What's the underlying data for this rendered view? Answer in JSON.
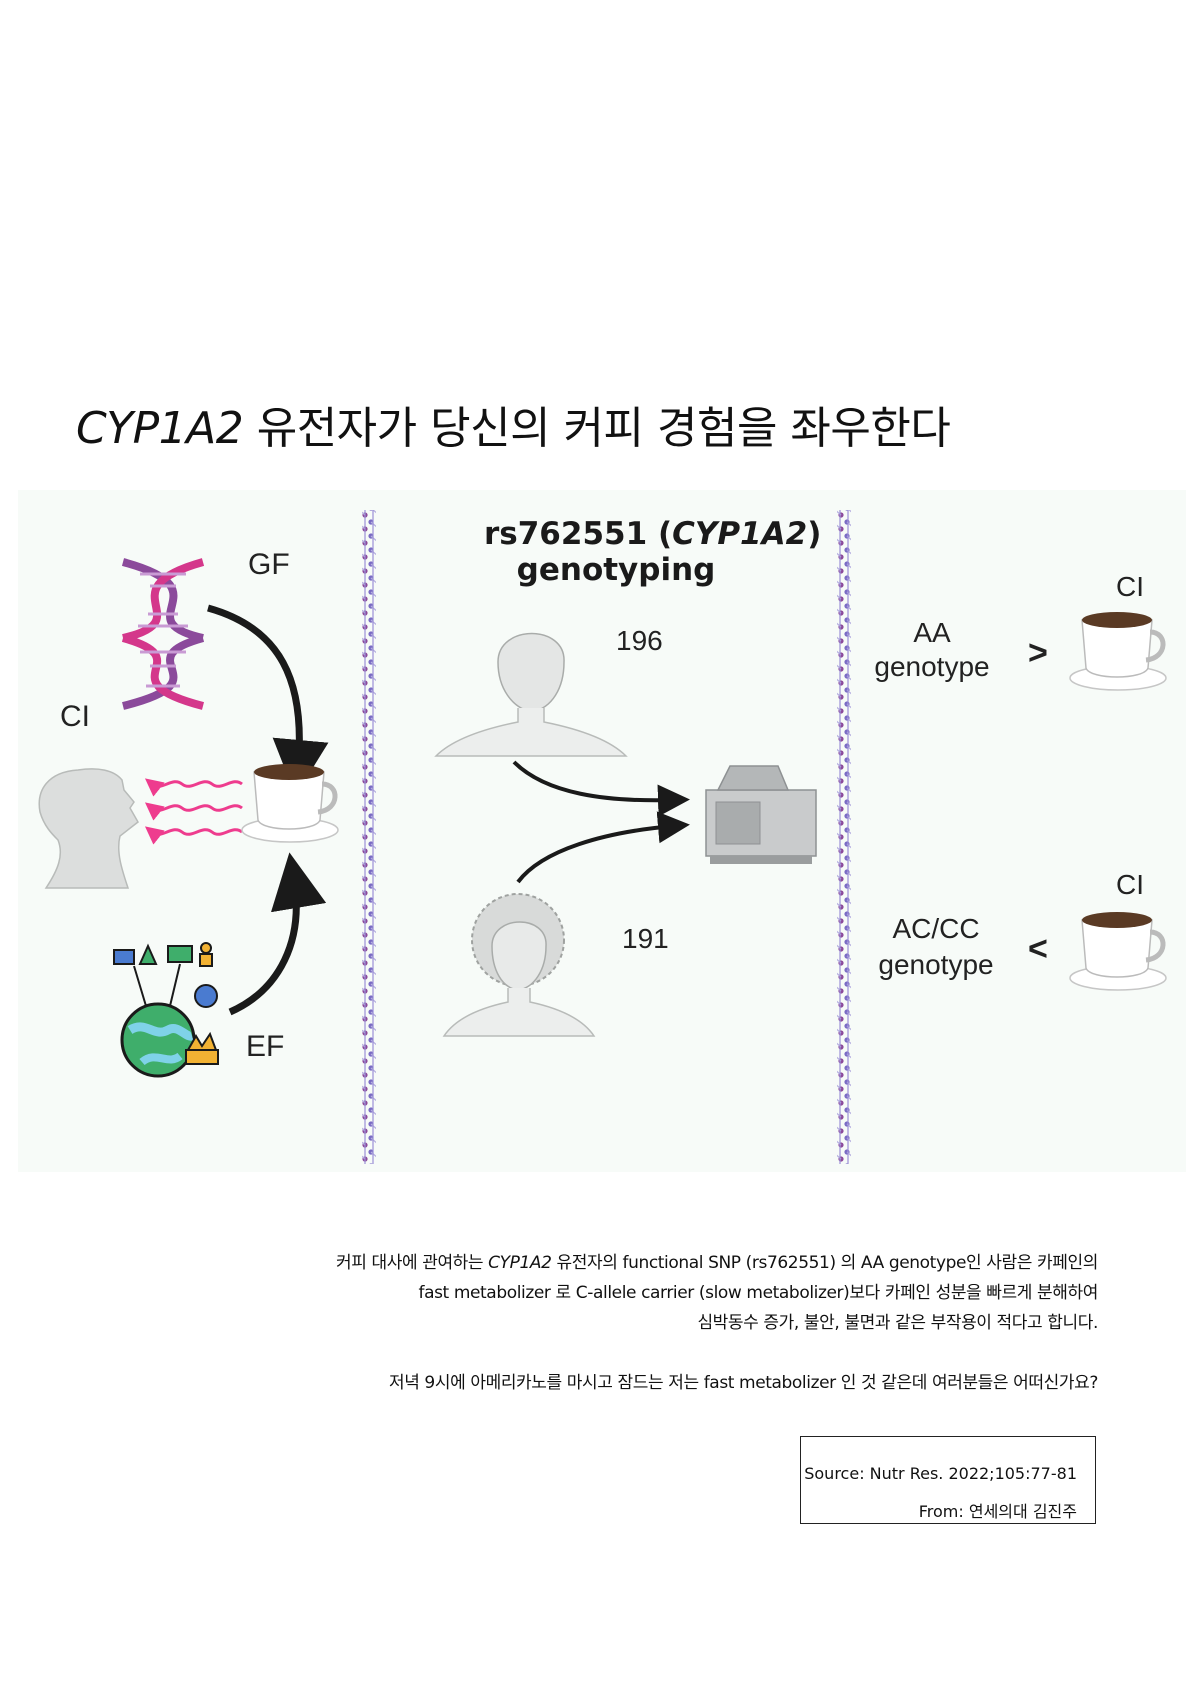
{
  "title": {
    "gene": "CYP1A2",
    "rest": " 유전자가 당신의 커피 경험을 좌우한다"
  },
  "figure": {
    "header_line1_prefix": "rs762551 (",
    "header_line1_gene": "CYP1A2",
    "header_line1_suffix": ")",
    "header_line2": "genotyping",
    "label_gf": "GF",
    "label_ef": "EF",
    "label_ci_left": "CI",
    "count_top": "196",
    "count_bottom": "191",
    "aa_line1": "AA",
    "aa_line2": "genotype",
    "acc_line1": "AC/CC",
    "acc_line2": "genotype",
    "sign_gt": ">",
    "sign_lt": "<",
    "ci_top": "CI",
    "ci_bottom": "CI",
    "colors": {
      "dna_purple": "#8b4a9b",
      "dna_pink": "#d4378b",
      "steam_pink": "#ee3c8e",
      "strand_violet": "#7a6bc4",
      "background": "#f7fbf8"
    }
  },
  "caption": {
    "line1_prefix": "커피 대사에 관여하는 ",
    "line1_gene": "CYP1A2",
    "line1_suffix": " 유전자의 functional SNP (rs762551) 의 AA genotype인 사람은 카페인의",
    "line2": "fast metabolizer 로 C-allele carrier (slow metabolizer)보다 카페인 성분을 빠르게 분해하여",
    "line3": "심박동수 증가, 불안, 불면과 같은 부작용이 적다고 합니다.",
    "line4": "저녁 9시에 아메리카노를 마시고 잠드는 저는 fast metabolizer 인 것 같은데 여러분들은 어떠신가요?"
  },
  "source": {
    "source_line": "Source: Nutr Res. 2022;105:77-81",
    "from_line": "From: 연세의대 김진주"
  }
}
